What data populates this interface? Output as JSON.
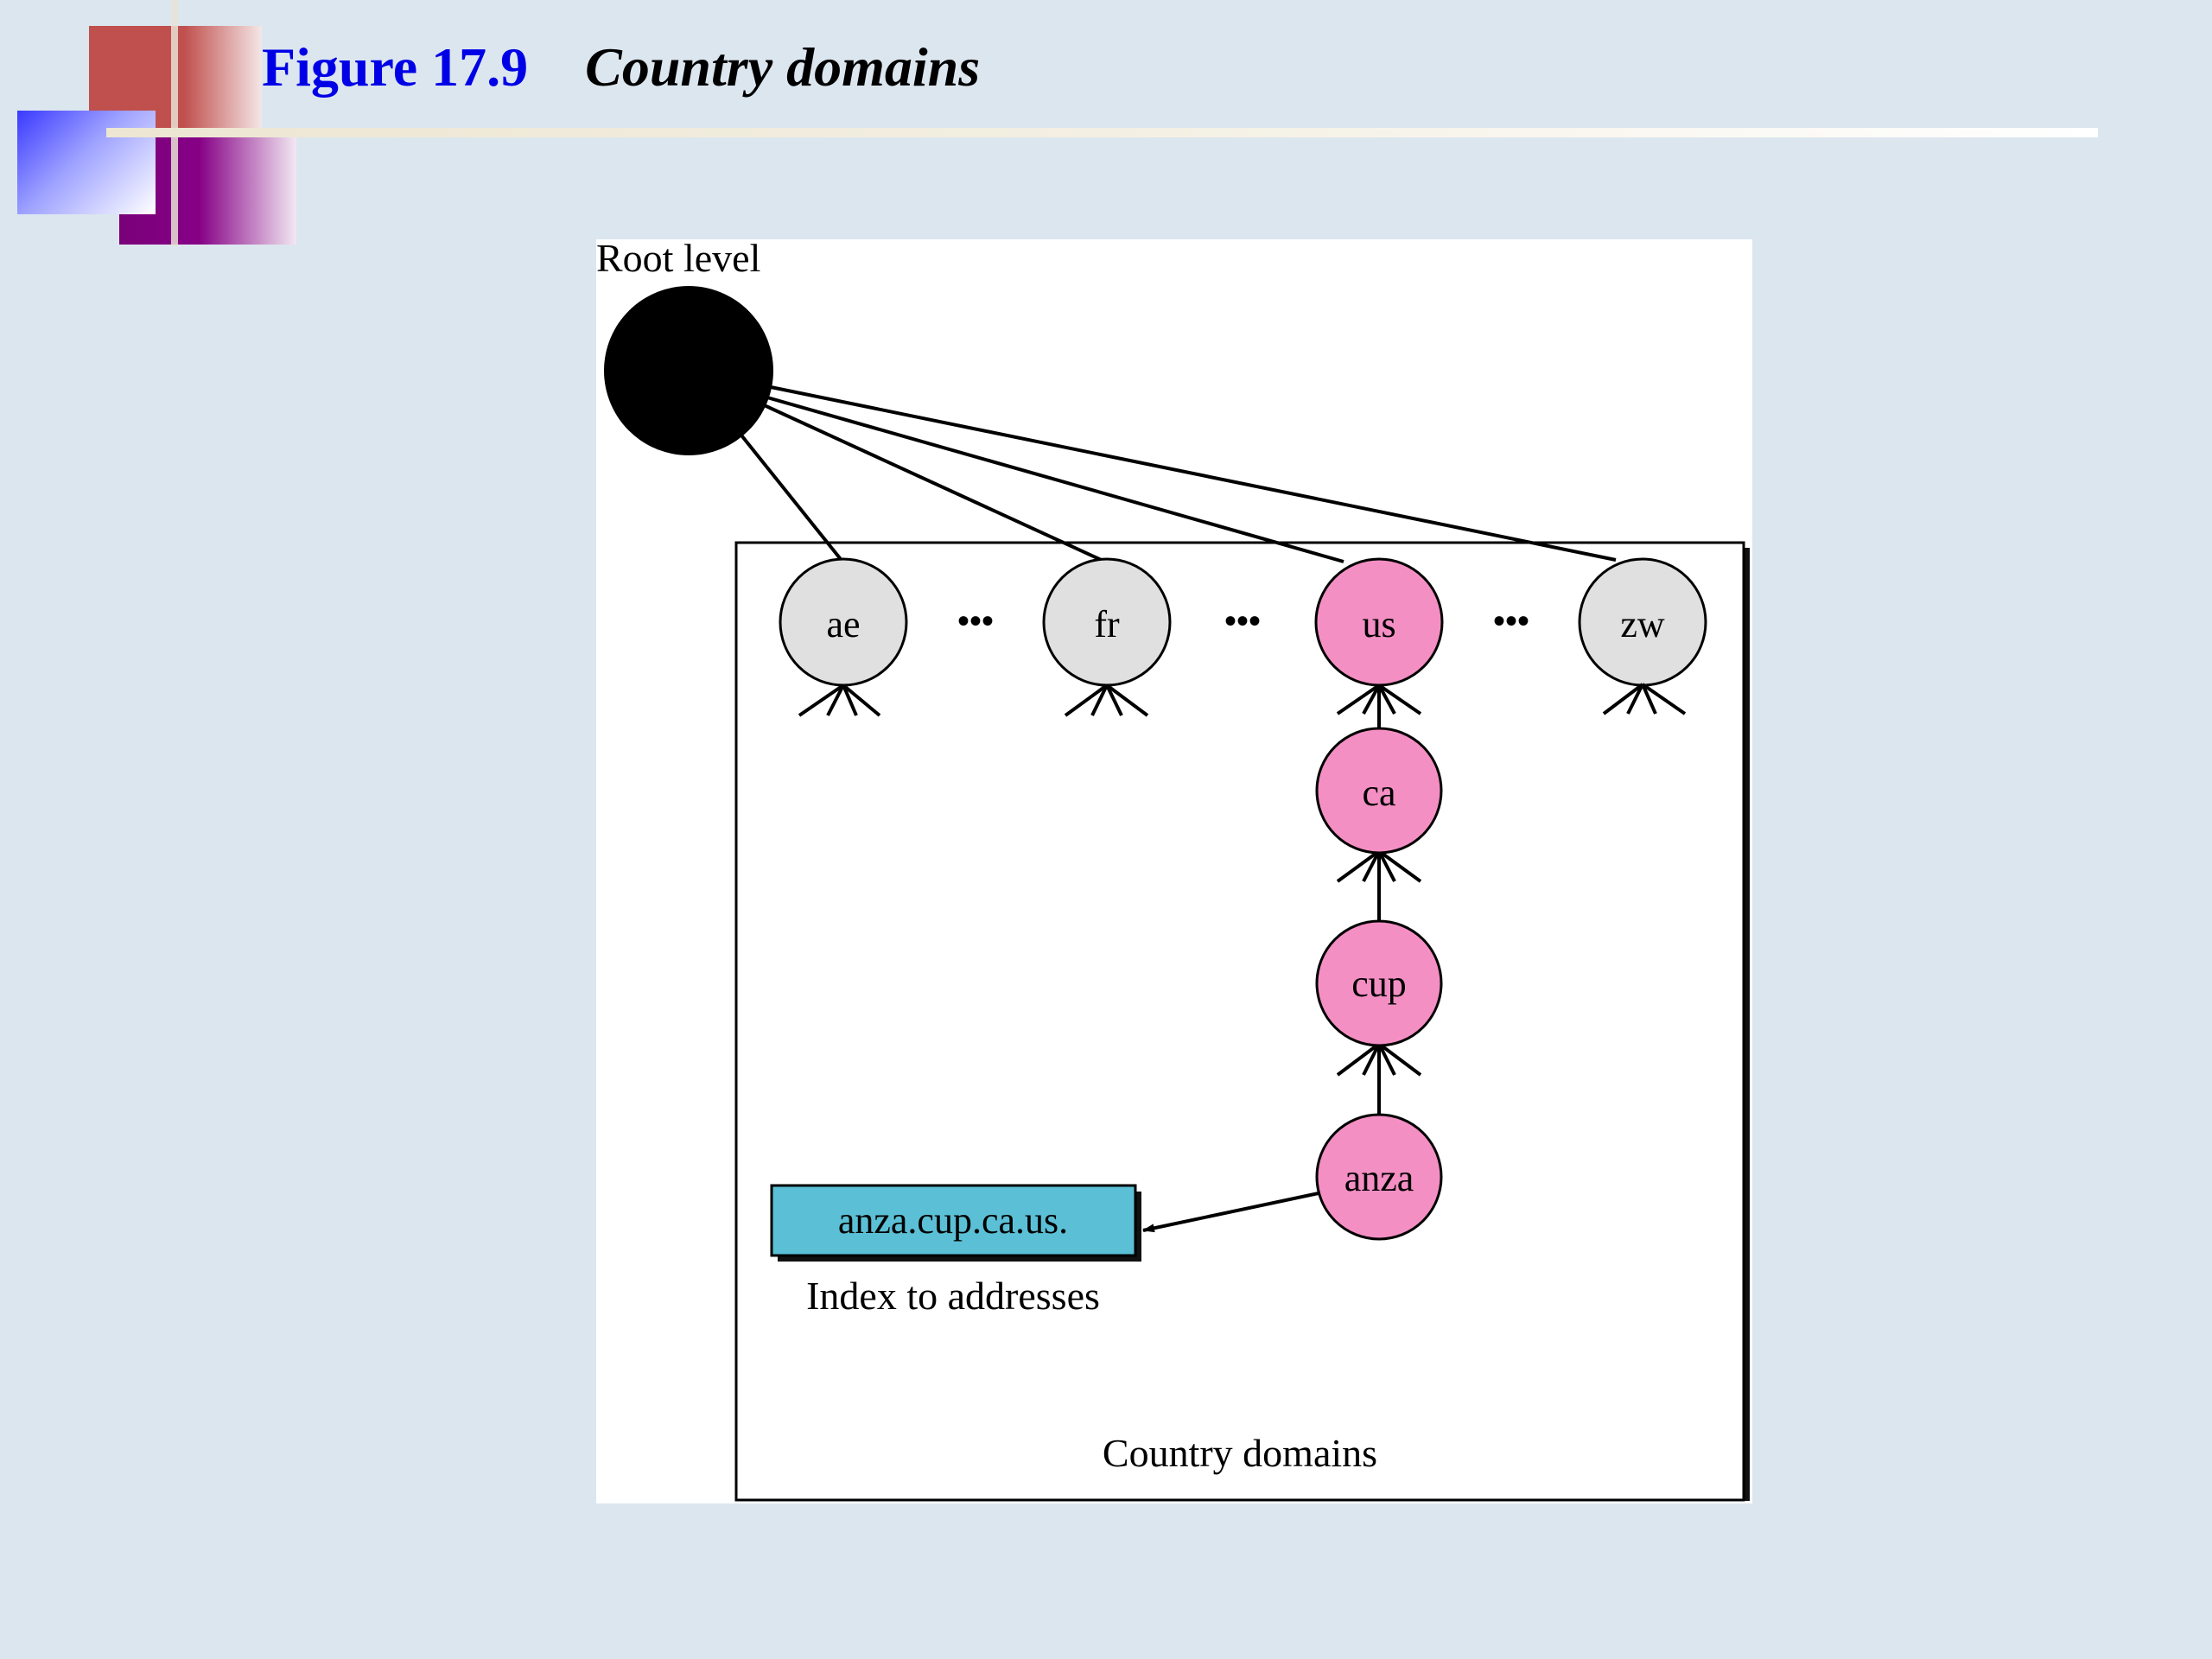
{
  "slide": {
    "figure_number": "Figure 17.9",
    "figure_title": "Country domains"
  },
  "diagram": {
    "root_label": "Root level",
    "region_label": "Country domains",
    "top_nodes": [
      "ae",
      "fr",
      "us",
      "zw"
    ],
    "chain_nodes": [
      "ca",
      "cup",
      "anza"
    ],
    "ellipsis": "•••",
    "record_box": "anza.cup.ca.us.",
    "record_caption": "Index to addresses"
  },
  "colors": {
    "title_blue": "#0000e6",
    "background": "#dce6ef",
    "highlight_node": "#f48fc4",
    "plain_node": "#e0e0e0",
    "record_box": "#5bc0d6"
  }
}
